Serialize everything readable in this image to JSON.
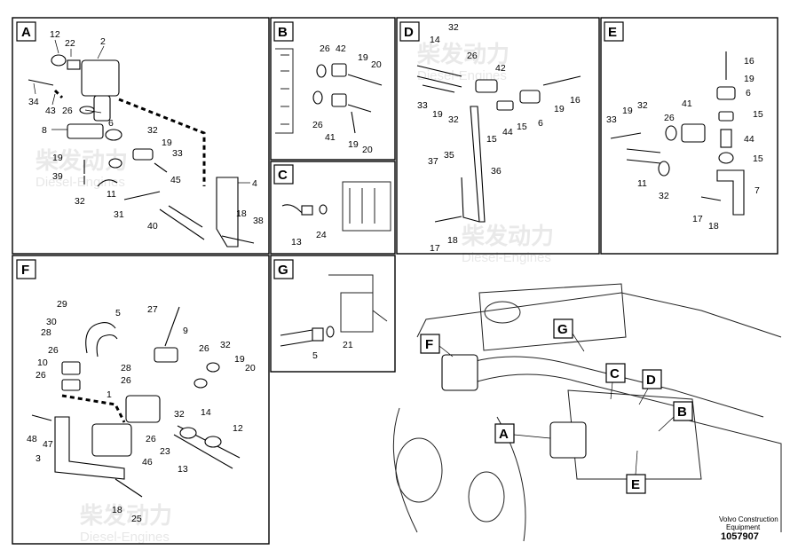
{
  "panels": {
    "A": {
      "tag": "A",
      "labels": [
        "12",
        "22",
        "2",
        "34",
        "43",
        "26",
        "8",
        "6",
        "32",
        "19",
        "33",
        "19",
        "39",
        "32",
        "11",
        "45",
        "31",
        "40",
        "4",
        "18",
        "38"
      ]
    },
    "B": {
      "tag": "B",
      "labels": [
        "26",
        "42",
        "19",
        "20",
        "26",
        "41",
        "19",
        "20"
      ]
    },
    "C": {
      "tag": "C",
      "labels": [
        "13",
        "24"
      ]
    },
    "D": {
      "tag": "D",
      "labels": [
        "14",
        "32",
        "26",
        "42",
        "33",
        "19",
        "32",
        "19",
        "6",
        "16",
        "15",
        "44",
        "15",
        "37",
        "35",
        "36",
        "17",
        "18"
      ]
    },
    "E": {
      "tag": "E",
      "labels": [
        "16",
        "19",
        "6",
        "33",
        "19",
        "32",
        "26",
        "41",
        "15",
        "44",
        "15",
        "11",
        "32",
        "7",
        "17",
        "18"
      ]
    },
    "F": {
      "tag": "F",
      "labels": [
        "29",
        "30",
        "28",
        "26",
        "10",
        "26",
        "5",
        "28",
        "27",
        "9",
        "26",
        "32",
        "19",
        "20",
        "26",
        "1",
        "32",
        "14",
        "48",
        "47",
        "26",
        "23",
        "46",
        "12",
        "3",
        "13",
        "18",
        "25"
      ]
    },
    "G": {
      "tag": "G",
      "labels": [
        "21",
        "5"
      ]
    }
  },
  "overview_tags": [
    "F",
    "G",
    "C",
    "D",
    "B",
    "A",
    "E"
  ],
  "watermark": {
    "chinese": "柴发动力",
    "english": "Diesel-Engines"
  },
  "footer": {
    "brand": "Volvo Construction\nEquipment",
    "doc_number": "1057907"
  }
}
